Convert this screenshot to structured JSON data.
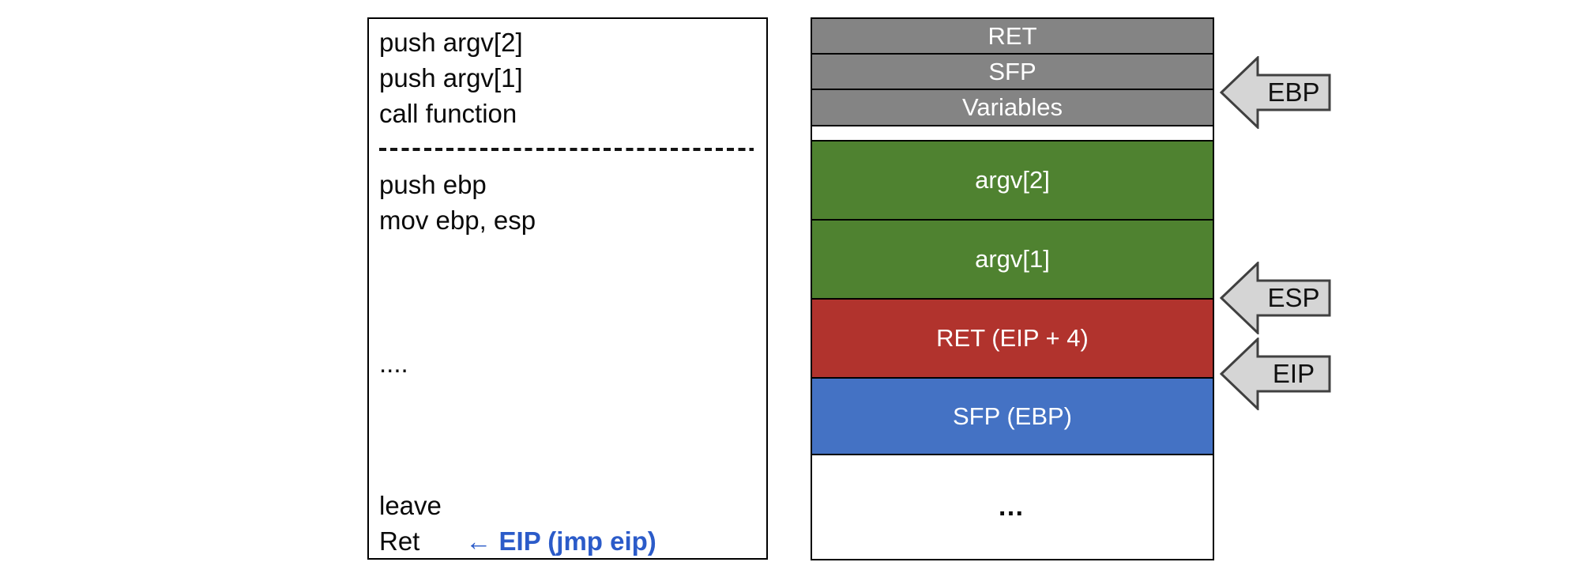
{
  "code_panel": {
    "lines": [
      {
        "type": "code",
        "text": "push argv[2]"
      },
      {
        "type": "code",
        "text": "push argv[1]"
      },
      {
        "type": "code",
        "text": "call function"
      },
      {
        "type": "divider",
        "text": ""
      },
      {
        "type": "code",
        "text": "push ebp"
      },
      {
        "type": "code",
        "text": "mov ebp, esp"
      },
      {
        "type": "blank",
        "text": ""
      },
      {
        "type": "blank",
        "text": ""
      },
      {
        "type": "blank",
        "text": ""
      },
      {
        "type": "code",
        "text": "...."
      },
      {
        "type": "blank",
        "text": ""
      },
      {
        "type": "blank",
        "text": ""
      },
      {
        "type": "blank",
        "text": ""
      },
      {
        "type": "code",
        "text": "leave"
      },
      {
        "type": "code",
        "text": "Ret",
        "annotation": "← EIP (jmp eip)"
      }
    ]
  },
  "stack": {
    "cells": [
      {
        "label": "RET",
        "kind": "caller-frame",
        "color": "#848484",
        "text_color": "#ffffff"
      },
      {
        "label": "SFP",
        "kind": "caller-frame",
        "color": "#848484",
        "text_color": "#ffffff"
      },
      {
        "label": "Variables",
        "kind": "caller-frame",
        "color": "#848484",
        "text_color": "#ffffff"
      },
      {
        "label": "",
        "kind": "spacer",
        "color": "#ffffff",
        "text_color": "#000000"
      },
      {
        "label": "argv[2]",
        "kind": "argument",
        "color": "#4F8230",
        "text_color": "#ffffff"
      },
      {
        "label": "argv[1]",
        "kind": "argument",
        "color": "#4F8230",
        "text_color": "#ffffff"
      },
      {
        "label": "RET (EIP + 4)",
        "kind": "return-address",
        "color": "#B1332D",
        "text_color": "#ffffff"
      },
      {
        "label": "SFP (EBP)",
        "kind": "saved-frame-pointer",
        "color": "#4472C4",
        "text_color": "#ffffff"
      },
      {
        "label": "…",
        "kind": "rest-of-stack",
        "color": "#ffffff",
        "text_color": "#0a0a0a"
      }
    ]
  },
  "pointers": [
    {
      "label": "EBP",
      "points_to": "boundary below Variables"
    },
    {
      "label": "ESP",
      "points_to": "boundary between argv[1] and RET (EIP + 4)"
    },
    {
      "label": "EIP",
      "points_to": "boundary between RET (EIP + 4) and SFP (EBP)"
    }
  ],
  "colors": {
    "caller_frame_gray": "#848484",
    "argument_green": "#4F8230",
    "return_red": "#B1332D",
    "sfp_blue": "#4472C4",
    "annotation_blue": "#2B5BC9",
    "arrow_fill": "#D5D5D5",
    "arrow_outline": "#404040",
    "border_black": "#000000"
  }
}
